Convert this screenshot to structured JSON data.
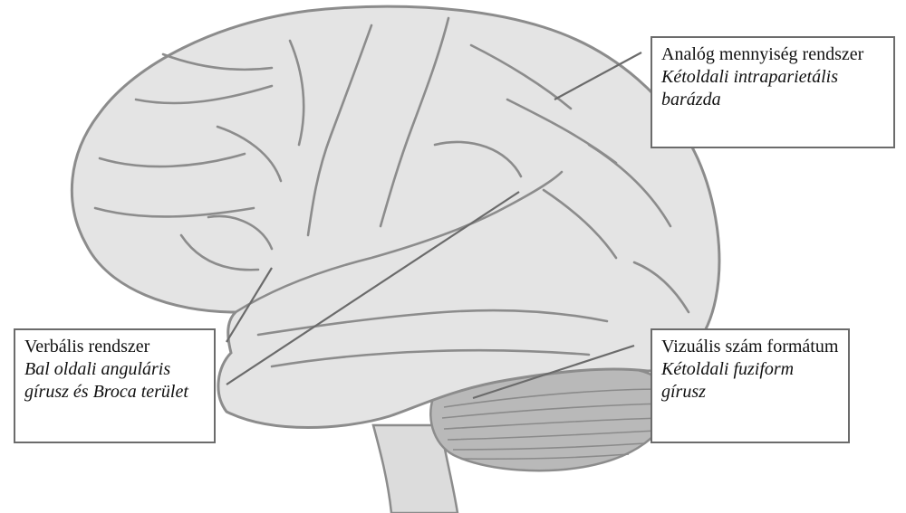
{
  "diagram": {
    "labels": {
      "analog": {
        "title": "Analóg mennyiség rendszer",
        "region": "Kétoldali intraparietális barázda"
      },
      "verbal": {
        "title": "Verbális rendszer",
        "region": "Bal oldali anguláris gírusz és Broca terület"
      },
      "visual": {
        "title": "Vizuális szám formátum",
        "region": "Kétoldali fuziform gírusz"
      }
    }
  },
  "colors": {
    "brain_fill": "#e4e4e4",
    "brain_outline": "#8c8c8c",
    "cerebellum_fill": "#b9b9b9",
    "leader_line": "#6b6b6b"
  }
}
